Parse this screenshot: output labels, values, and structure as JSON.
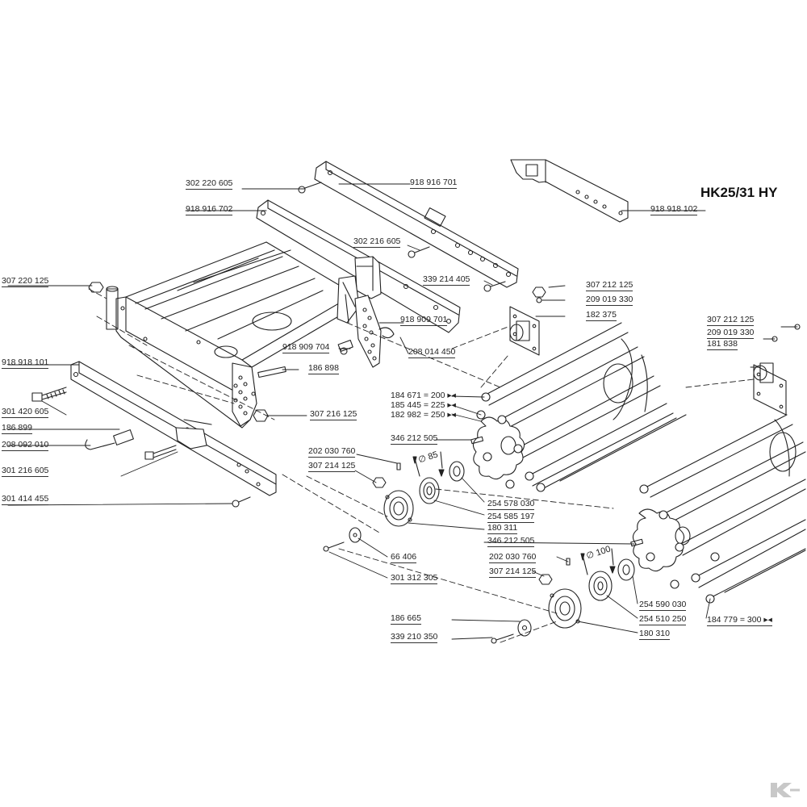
{
  "title": "HK25/31 HY",
  "diameters": {
    "d85": "∅ 85",
    "d100": "∅ 100"
  },
  "brand_logo": "K",
  "labels": {
    "p302220605": "302 220 605",
    "p918916701": "918 916 701",
    "p918918102": "918 918 102",
    "p918916702": "918 916 702",
    "p302216605": "302 216 605",
    "p339214405": "339 214 405",
    "p307220125": "307 220 125",
    "p307212125a": "307 212 125",
    "p209019330a": "209 019 330",
    "p182375": "182 375",
    "p307212125b": "307 212 125",
    "p209019330b": "209 019 330",
    "p181838": "181 838",
    "p918909701": "918 909 701",
    "p918909704": "918 909 704",
    "p208014450": "208 014 450",
    "p918918101": "918 918 101",
    "p186898": "186 898",
    "p301420605": "301 420 605",
    "p307216125": "307 216 125",
    "p186899": "186 899",
    "p208092010": "208 092 010",
    "p301216605": "301 216 605",
    "p301414455": "301 414 455",
    "p184671": "184 671 = 200 ▸◂",
    "p185445": "185 445 = 225 ▸◂",
    "p182982": "182 982 = 250 ▸◂",
    "p346212505a": "346 212 505",
    "p202030760a": "202 030 760",
    "p307214125a": "307 214 125",
    "p254578030": "254 578 030",
    "p254585197": "254 585 197",
    "p180311": "180 311",
    "p346212505b": "346 212 505",
    "p66406": "66 406",
    "p301312305": "301 312 305",
    "p202030760b": "202 030 760",
    "p307214125b": "307 214 125",
    "p254590030": "254 590 030",
    "p254510250": "254 510 250",
    "p184779": "184 779 = 300 ▸◂",
    "p186665": "186 665",
    "p339210350": "339 210 350",
    "p180310": "180 310"
  }
}
